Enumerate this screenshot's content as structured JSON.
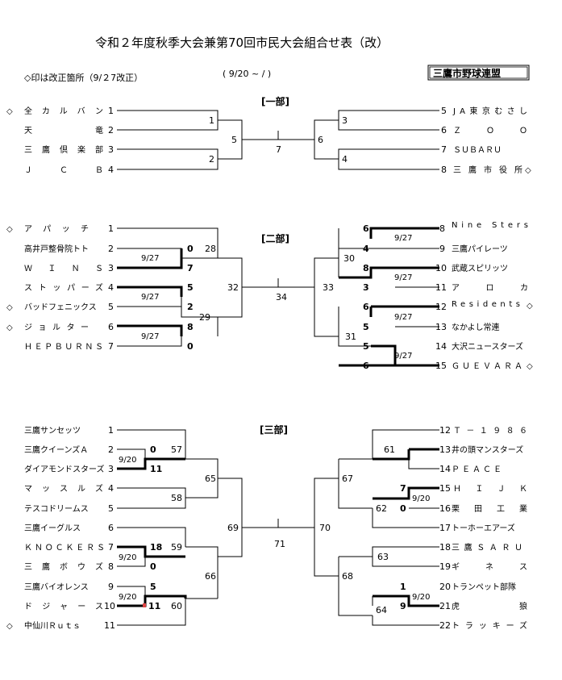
{
  "title": "令和２年度秋季大会兼第70回市民大会組合せ表（改）",
  "note": "◇印は改正箇所（9/２7改正）",
  "period": "( 9/20 ~      /           )",
  "org": "三鷹市野球連盟",
  "marker": "◇",
  "divisions": [
    {
      "header": "[一部]",
      "left": [
        {
          "n": "1",
          "name": "全カルバン",
          "mark": true
        },
        {
          "n": "2",
          "name": "天　　　　竜",
          "mark": false
        },
        {
          "n": "3",
          "name": "三鷹倶楽部",
          "mark": false
        },
        {
          "n": "4",
          "name": "ＪＣＢ",
          "mark": false
        }
      ],
      "right": [
        {
          "n": "5",
          "name": "JA東京むさし",
          "mark": false
        },
        {
          "n": "6",
          "name": "Ｚ　Ｏ　Ｏ",
          "mark": false
        },
        {
          "n": "7",
          "name": "ＳＵＢＡＲＵ",
          "mark": false
        },
        {
          "n": "8",
          "name": "三鷹市役所",
          "mark": true
        }
      ],
      "games": [
        "1",
        "2",
        "3",
        "4",
        "5",
        "6",
        "7"
      ],
      "dates": [],
      "scores": []
    },
    {
      "header": "[二部]",
      "left": [
        {
          "n": "1",
          "name": "アパッチ",
          "mark": true
        },
        {
          "n": "2",
          "name": "高井戸整骨院トト",
          "mark": false
        },
        {
          "n": "3",
          "name": "ＷＩＮＳ",
          "mark": false
        },
        {
          "n": "4",
          "name": "ストッパーズ",
          "mark": false
        },
        {
          "n": "5",
          "name": "バッドフェニックス",
          "mark": true
        },
        {
          "n": "6",
          "name": "ジョルター",
          "mark": true
        },
        {
          "n": "7",
          "name": "ＨＥＰＢＵＲＮＳ",
          "mark": false
        }
      ],
      "right": [
        {
          "n": "8",
          "name": "Nine Sters",
          "mark": false
        },
        {
          "n": "9",
          "name": "三鷹パイレーツ",
          "mark": false
        },
        {
          "n": "10",
          "name": "武蔵スピリッツ",
          "mark": false
        },
        {
          "n": "11",
          "name": "アロカ",
          "mark": false
        },
        {
          "n": "12",
          "name": "Residents",
          "mark": true
        },
        {
          "n": "13",
          "name": "なかよし常連",
          "mark": false
        },
        {
          "n": "14",
          "name": "大沢ニュースターズ",
          "mark": false
        },
        {
          "n": "15",
          "name": "ＧＵＥＶＡＲＡ",
          "mark": true
        }
      ],
      "games": [
        "28",
        "29",
        "30",
        "31",
        "32",
        "33",
        "34"
      ],
      "dates": [
        "9/27",
        "9/27",
        "9/27",
        "9/27",
        "9/27",
        "9/27",
        "9/27"
      ],
      "scores": [
        "0",
        "7",
        "5",
        "2",
        "8",
        "0",
        "6",
        "4",
        "8",
        "3",
        "6",
        "5",
        "5",
        "6"
      ]
    },
    {
      "header": "[三部]",
      "left": [
        {
          "n": "1",
          "name": "三鷹サンセッツ",
          "mark": false
        },
        {
          "n": "2",
          "name": "三鷹クイーンズＡ",
          "mark": false
        },
        {
          "n": "3",
          "name": "ダイアモンドスターズ",
          "mark": false
        },
        {
          "n": "4",
          "name": "マッスルズ",
          "mark": false
        },
        {
          "n": "5",
          "name": "テスコドリームス",
          "mark": false
        },
        {
          "n": "6",
          "name": "三鷹イーグルス",
          "mark": false
        },
        {
          "n": "7",
          "name": "ＫＮＯＣＫＥＲＳ",
          "mark": false
        },
        {
          "n": "8",
          "name": "三鷹ボウズ",
          "mark": false
        },
        {
          "n": "9",
          "name": "三鷹バイオレンス",
          "mark": false
        },
        {
          "n": "10",
          "name": "ドジャース",
          "mark": false
        },
        {
          "n": "11",
          "name": "中仙川Ｒｕｔｓ",
          "mark": true
        }
      ],
      "right": [
        {
          "n": "12",
          "name": "Ｔ－１９８６",
          "mark": false
        },
        {
          "n": "13",
          "name": "井の頭マンスターズ",
          "mark": false
        },
        {
          "n": "14",
          "name": "ＰＥＡＣＥ",
          "mark": false
        },
        {
          "n": "15",
          "name": "ＨＩＪＫ",
          "mark": false
        },
        {
          "n": "16",
          "name": "栗田工業",
          "mark": false
        },
        {
          "n": "17",
          "name": "トーホーエアーズ",
          "mark": false
        },
        {
          "n": "18",
          "name": "三鷹ＳＡＲＵ",
          "mark": false
        },
        {
          "n": "19",
          "name": "ギネス",
          "mark": false
        },
        {
          "n": "20",
          "name": "トランペット部隊",
          "mark": false
        },
        {
          "n": "21",
          "name": "虎　　　　　狼",
          "mark": false
        },
        {
          "n": "22",
          "name": "トラッキーズ",
          "mark": false
        }
      ],
      "games": [
        "57",
        "58",
        "59",
        "60",
        "61",
        "62",
        "63",
        "64",
        "65",
        "66",
        "67",
        "68",
        "69",
        "70",
        "71"
      ],
      "dates": [
        "9/20",
        "9/20",
        "9/20",
        "9/20",
        "9/20"
      ],
      "scores": [
        "0",
        "11",
        "18",
        "0",
        "5",
        "11",
        "7",
        "0",
        "1",
        "9"
      ]
    }
  ]
}
